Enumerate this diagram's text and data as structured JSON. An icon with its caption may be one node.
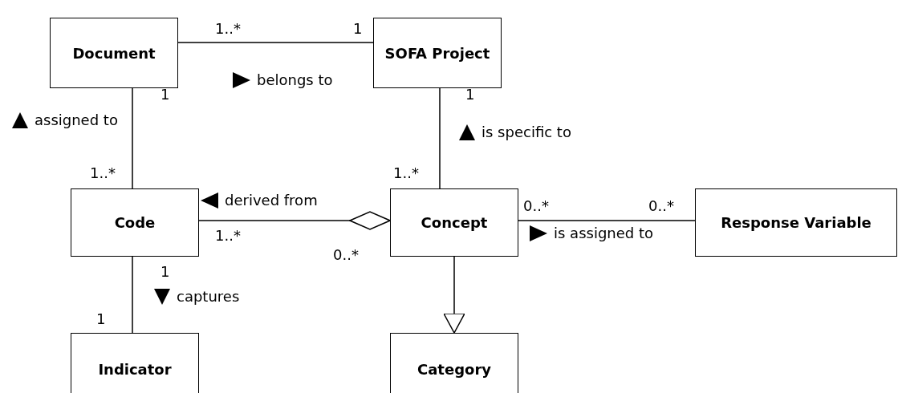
{
  "diagram": {
    "nodes": [
      {
        "text": [
          "Document"
        ]
      },
      {
        "text": [
          "SOFA Project"
        ]
      },
      {
        "text": [
          "Code"
        ]
      },
      {
        "text": [
          "Concept"
        ]
      },
      {
        "text": [
          "Response Variable"
        ]
      },
      {
        "text": [
          "Indicator"
        ]
      },
      {
        "text": [
          "Category"
        ]
      }
    ],
    "edges": [
      {
        "from": 0,
        "to": 1,
        "arrow": "none",
        "label": "belongs to"
      },
      {
        "from": 0,
        "to": 2,
        "arrow": "none",
        "label": "assigned to"
      },
      {
        "from": 1,
        "to": 3,
        "arrow": "none",
        "label": "is specific to"
      },
      {
        "from": 2,
        "to": 3,
        "arrow": "other",
        "label": "derived from"
      },
      {
        "from": 3,
        "to": 4,
        "arrow": "none",
        "label": "is assigned to"
      },
      {
        "from": 2,
        "to": 5,
        "arrow": "none",
        "label": "captures"
      },
      {
        "from": 3,
        "to": 6,
        "arrow": "to"
      }
    ],
    "labels": [
      "1..*",
      "1",
      "1",
      "1",
      "1..*",
      "1..*",
      "0..*",
      "0..*",
      "1..*",
      "0..*",
      "1",
      "1"
    ]
  }
}
